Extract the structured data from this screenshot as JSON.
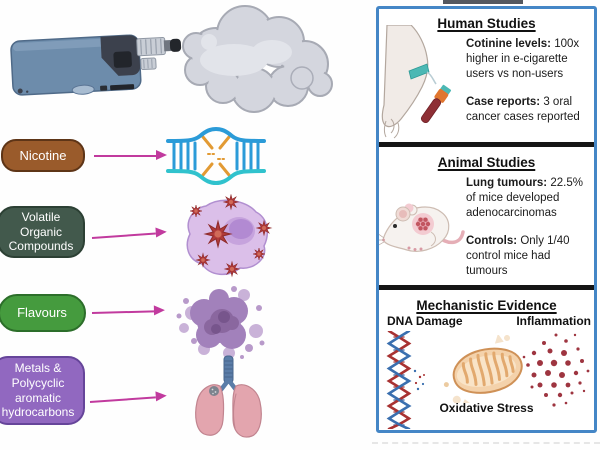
{
  "colors": {
    "arrow": "#c13a9e",
    "panel_border": "#4486c6",
    "divider": "#151515",
    "nicotine_bg": "#9a5b2b",
    "voc_bg": "#42594c",
    "flavours_bg": "#459b3e",
    "metals_bg": "#9168c0"
  },
  "source_illustrations": {
    "device": "e-cigarette-box-mod",
    "cloud": "vapour-cloud"
  },
  "exposures": [
    {
      "label": "Nicotine",
      "target_illustration": "dna-strand-break"
    },
    {
      "label": "Volatile Organic Compounds",
      "target_illustration": "cell-with-free-radicals"
    },
    {
      "label": "Flavours",
      "target_illustration": "particle-aggregate"
    },
    {
      "label": "Metals & Polycyclic aromatic hydrocarbons",
      "target_illustration": "lungs"
    }
  ],
  "panel": {
    "human": {
      "title": "Human Studies",
      "illustration": "arm-blood-draw",
      "p1_label": "Cotinine levels:",
      "p1_text": "100x higher in e-cigarette users vs non-users",
      "p2_label": "Case reports:",
      "p2_text": "3 oral cancer cases reported"
    },
    "animal": {
      "title": "Animal Studies",
      "illustration": "laboratory-mouse-with-tumour",
      "p1_label": "Lung tumours:",
      "p1_text": "22.5% of mice developed adenocarcinomas",
      "p2_label": "Controls:",
      "p2_text": "Only 1/40 control mice had tumours"
    },
    "mech": {
      "title": "Mechanistic Evidence",
      "dna_label": "DNA Damage",
      "inflammation_label": "Inflammation",
      "oxidative_label": "Oxidative Stress",
      "illustrations": [
        "dna-helix",
        "mitochondrion",
        "inflammation-dots"
      ]
    }
  }
}
